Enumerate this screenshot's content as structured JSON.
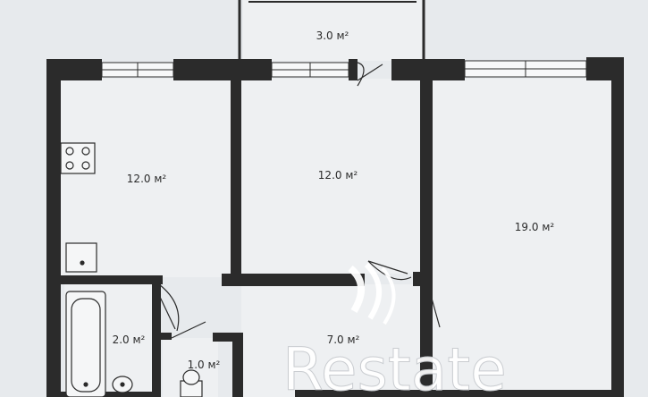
{
  "rooms": [
    {
      "id": "balcony",
      "area": "3.0 м²"
    },
    {
      "id": "kitchen",
      "area": "12.0 м²"
    },
    {
      "id": "room-middle",
      "area": "12.0 м²"
    },
    {
      "id": "room-right",
      "area": "19.0 м²"
    },
    {
      "id": "bathroom",
      "area": "2.0 м²"
    },
    {
      "id": "toilet",
      "area": "1.0 м²"
    },
    {
      "id": "hallway",
      "area": "7.0 м²"
    }
  ],
  "watermark": {
    "text": "Restate"
  }
}
